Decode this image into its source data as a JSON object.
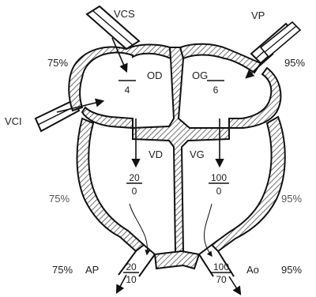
{
  "labels": {
    "vcs": "VCS",
    "vp": "VP",
    "vci": "VCI",
    "od": "OD",
    "og": "OG",
    "vd": "VD",
    "vg": "VG",
    "ap": "AP",
    "ao": "Ao"
  },
  "saturations": {
    "right_atrium": "75%",
    "left_atrium": "95%",
    "right_ventricle": "75%",
    "left_ventricle": "95%",
    "pulmonary_artery": "75%",
    "aorta": "95%"
  },
  "pressures": {
    "od": {
      "top": "",
      "bottom": "4"
    },
    "og": {
      "top": "",
      "bottom": "6"
    },
    "vd": {
      "top": "20",
      "bottom": "0"
    },
    "vg": {
      "top": "100",
      "bottom": "0"
    },
    "ap": {
      "top": "20",
      "bottom": "10"
    },
    "ao": {
      "top": "100",
      "bottom": "70"
    }
  },
  "colors": {
    "ink": "#1a1a1a",
    "wall_fill": "#ffffff",
    "hatch": "#333333"
  }
}
